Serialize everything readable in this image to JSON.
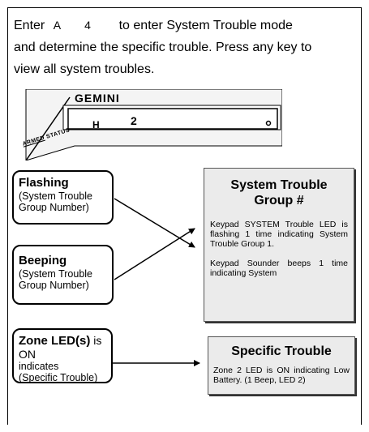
{
  "intro": {
    "prefix": "Enter",
    "key1": "A",
    "key2": "4",
    "line1_rest": "to enter System Trouble mode",
    "line2": "and determine the specific trouble.  Press any key to",
    "line3": "view all system troubles."
  },
  "keypad": {
    "brand": "GEMINI",
    "display_left": "H",
    "display_value": "2",
    "armed_label": "ARMED",
    "status_label": "STATUS"
  },
  "indicators": {
    "flashing": {
      "title": "Flashing",
      "desc": "(System Trouble Group Number)"
    },
    "beeping": {
      "title": "Beeping",
      "desc": "(System Trouble Group Number)"
    },
    "zone": {
      "title": "Zone LED(s)",
      "title_suffix": " is ON",
      "desc": "indicates (Specific Trouble)"
    }
  },
  "group_box": {
    "title": "System Trouble Group #",
    "para1": "Keypad SYSTEM Trouble LED is flashing 1 time indicating System Trouble Group 1.",
    "para2": "Keypad Sounder beeps 1 time indicating System"
  },
  "specific_box": {
    "title": "Specific Trouble",
    "text": "Zone 2 LED is ON indicating Low Battery. (1 Beep, LED 2)"
  },
  "colors": {
    "box_fill": "#ebebeb",
    "border": "#000000"
  }
}
